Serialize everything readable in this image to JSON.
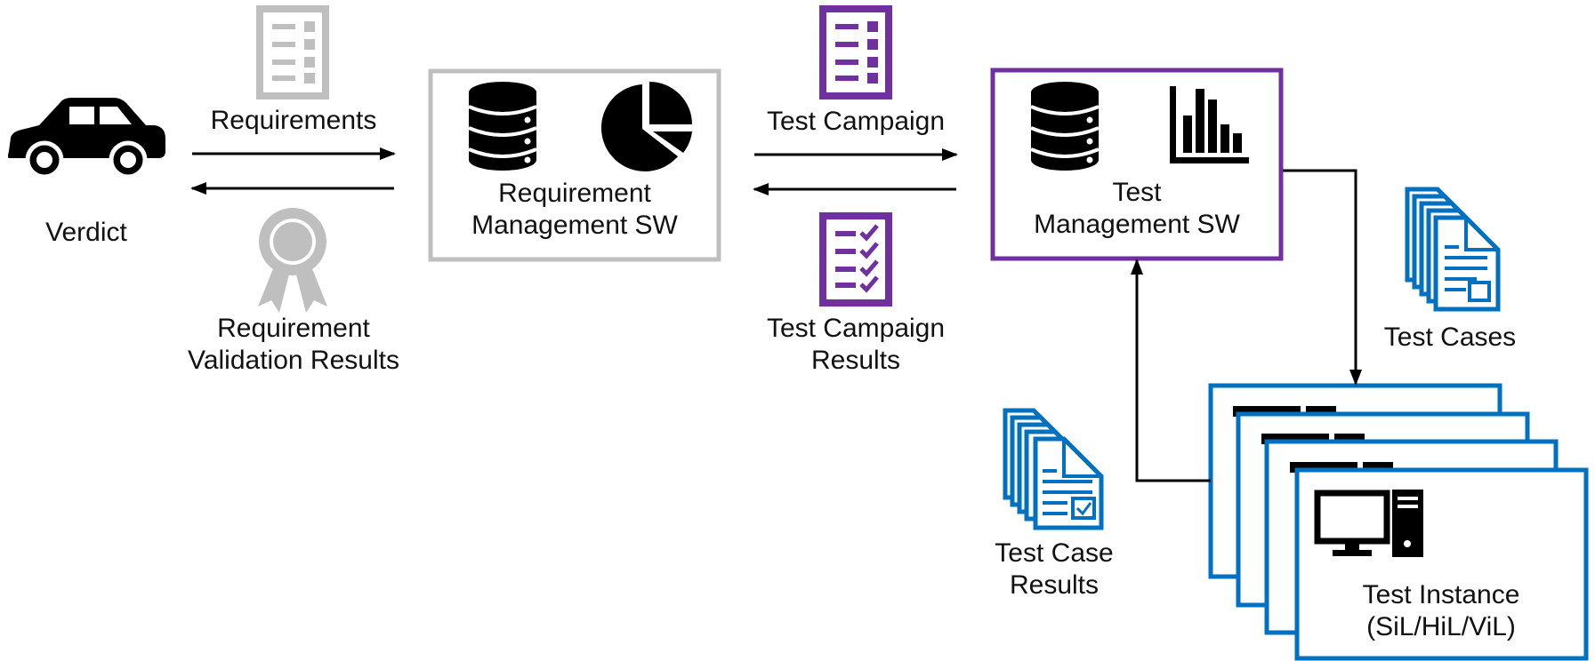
{
  "colors": {
    "gray": "#BFBFBF",
    "purple": "#7030A0",
    "blue": "#0070C0",
    "black": "#000000"
  },
  "icons": [
    "car-icon",
    "document-icon",
    "award-ribbon-icon",
    "database-icon",
    "pie-chart-icon",
    "bar-chart-icon",
    "checklist-icon",
    "document-stack-icon",
    "document-check-stack-icon",
    "monitor-icon",
    "computer-tower-icon"
  ],
  "labels": {
    "verdict": "Verdict",
    "requirements": "Requirements",
    "req_validation_line1": "Requirement",
    "req_validation_line2": "Validation Results",
    "req_mgmt_line1": "Requirement",
    "req_mgmt_line2": "Management SW",
    "test_campaign": "Test Campaign",
    "test_campaign_results_line1": "Test Campaign",
    "test_campaign_results_line2": "Results",
    "test_mgmt_line1": "Test",
    "test_mgmt_line2": "Management SW",
    "test_cases": "Test Cases",
    "test_case_results_line1": "Test Case",
    "test_case_results_line2": "Results",
    "test_instance_line1": "Test Instance",
    "test_instance_line2": "(SiL/HiL/ViL)"
  }
}
